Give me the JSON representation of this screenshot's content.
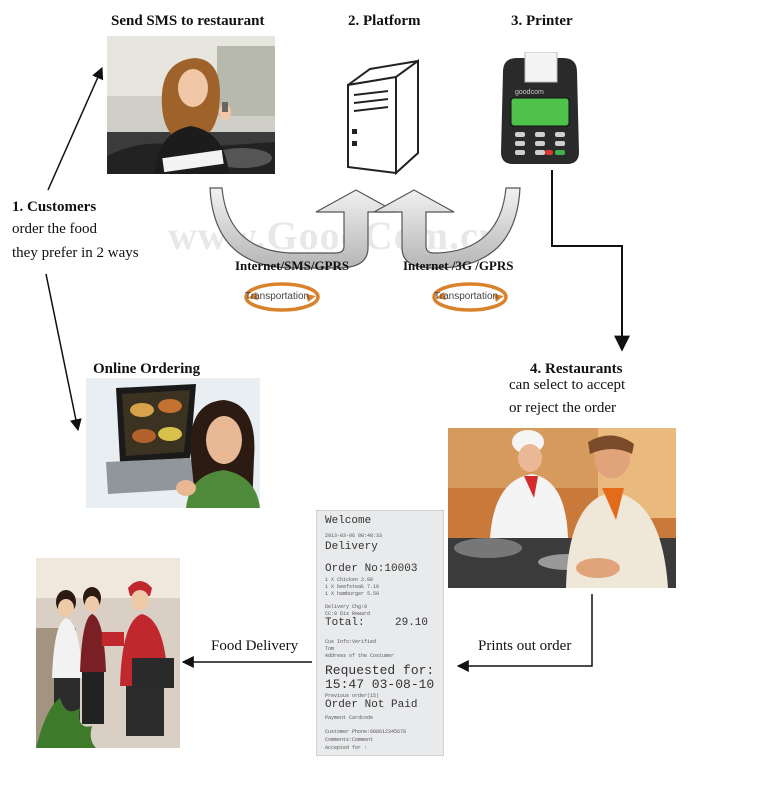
{
  "watermark": "www.GoodCom.cn",
  "steps": {
    "sms_title": "Send SMS to restaurant",
    "platform_title": "2. Platform",
    "printer_title": "3. Printer",
    "customers_title": "1. Customers",
    "customers_line1": "order the food",
    "customers_line2": "they prefer in 2 ways",
    "online_title": "Online Ordering",
    "restaurants_title": "4. Restaurants",
    "restaurants_line1": "can select to accept",
    "restaurants_line2": "or reject the order"
  },
  "links": {
    "left_network": "Internet/SMS/GPRS",
    "right_network": "Internet /3G /GPRS",
    "transport_left": "Transportation",
    "transport_right": "Transportation",
    "prints_out": "Prints out order",
    "food_delivery": "Food Delivery"
  },
  "receipt": {
    "welcome": "Welcome",
    "date": "2013-03-06 08:48:33",
    "delivery": "Delivery",
    "order_no": "Order No:10003",
    "item1": "1 X Chicken         2.00",
    "item2": "1 X beefsteak       7.10",
    "item3": "1 X hamburger       5.50",
    "charge1": "Delivery Chg:0",
    "charge2": "CC:0 Dis Reward",
    "total_label": "Total:",
    "total_value": "29.10",
    "cus_info": "Cus Info:Verified",
    "cus_name": "Tom",
    "cus_addr": "Address of the Costumer",
    "requested": "Requested for:",
    "req_time": "15:47 03-08-10",
    "prev_orders": "Previous order(15)",
    "not_paid": "Order Not Paid",
    "pay_method": "Payment Cardcode",
    "phone": "Customer Phone:008612345678",
    "comments": "Comments:Comment",
    "accepted": "Accepted for :"
  },
  "printer_screen_text": "goodcom",
  "colors": {
    "arrow_gray": "#bdbdbd",
    "ring_orange": "#d9822b",
    "printer_screen": "#4fc24a",
    "chef_bg": "#c97a3a",
    "delivery_red": "#c0282d"
  }
}
